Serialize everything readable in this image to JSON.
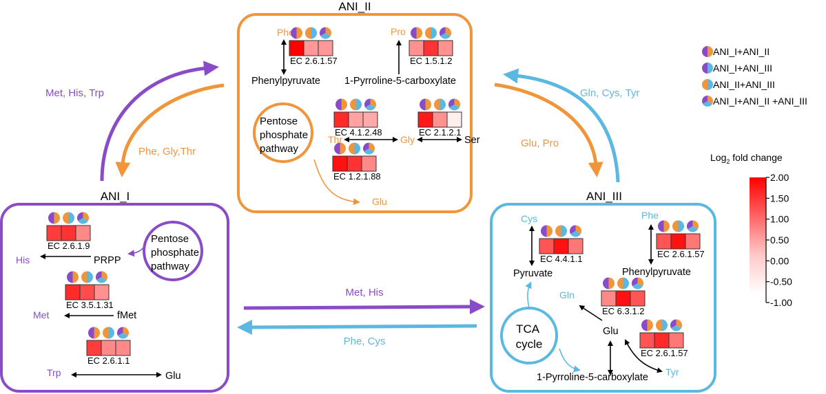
{
  "colors": {
    "ani1": "#8a4bc9",
    "ani2": "#f0953a",
    "ani3": "#5bb8e0",
    "black": "#000000",
    "heat_max": "#ff0000",
    "heat_min": "#ffffff"
  },
  "groups": {
    "ani1": {
      "title": "ANI_I",
      "pathway": [
        "Pentose",
        "phosphate",
        "pathway"
      ],
      "enzymes": [
        {
          "ec": "EC 2.6.1.9",
          "values": [
            1.3,
            1.4,
            0.4
          ]
        },
        {
          "ec": "EC 3.5.1.31",
          "values": [
            1.5,
            1.1,
            0.3
          ]
        },
        {
          "ec": "EC 2.6.1.1",
          "values": [
            1.3,
            0.4,
            0.4
          ]
        }
      ],
      "metabolites": {
        "his": "His",
        "prpp": "PRPP",
        "met": "Met",
        "fmet": "fMet",
        "trp": "Trp",
        "glu": "Glu"
      }
    },
    "ani2": {
      "title": "ANI_II",
      "pathway": [
        "Pentose",
        "phosphate",
        "pathway"
      ],
      "enzymes": [
        {
          "ec": "EC 2.6.1.57",
          "values": [
            2.0,
            0.2,
            0.2
          ]
        },
        {
          "ec": "EC 1.5.1.2",
          "values": [
            0.3,
            1.4,
            0.3
          ]
        },
        {
          "ec": "EC 4.1.2.48",
          "values": [
            1.5,
            0.1,
            0.0
          ]
        },
        {
          "ec": "EC 2.1.2.1",
          "values": [
            1.7,
            0.3,
            -0.8
          ]
        },
        {
          "ec": "EC 1.2.1.88",
          "values": [
            1.8,
            1.4,
            0.4
          ]
        }
      ],
      "metabolites": {
        "phe": "Phe",
        "phenylpyruvate": "Phenylpyruvate",
        "pro": "Pro",
        "p5c": "1-Pyrroline-5-carboxylate",
        "thr": "Thr",
        "gly": "Gly",
        "ser": "Ser",
        "glu": "Glu"
      }
    },
    "ani3": {
      "title": "ANI_III",
      "pathway": [
        "TCA",
        "cycle"
      ],
      "enzymes": [
        {
          "ec": "EC 4.4.1.1",
          "values": [
            1.0,
            1.8,
            0.6
          ]
        },
        {
          "ec": "EC 2.6.1.57",
          "values": [
            1.0,
            1.8,
            0.6
          ]
        },
        {
          "ec": "EC 6.3.1.2",
          "values": [
            0.4,
            1.8,
            1.0
          ]
        },
        {
          "ec": "EC 2.6.1.57",
          "values": [
            1.0,
            1.5,
            0.6
          ]
        }
      ],
      "metabolites": {
        "cys": "Cys",
        "pyruvate": "Pyruvate",
        "phe": "Phe",
        "phenylpyruvate": "Phenylpyruvate",
        "gln": "Gln",
        "glu": "Glu",
        "p5c": "1-Pyrroline-5-carboxylate",
        "tyr": "Tyr"
      }
    }
  },
  "transfers": {
    "ani1_to_ani2": "Met, His, Trp",
    "ani2_to_ani1": "Phe, Gly,Thr",
    "ani2_to_ani3": "Glu, Pro",
    "ani3_to_ani2": "Gln, Cys, Tyr",
    "ani1_to_ani3": "Met, His",
    "ani3_to_ani1": "Phe, Cys"
  },
  "legend": {
    "items": [
      {
        "label": "ANI_I+ANI_II",
        "kind": "ab"
      },
      {
        "label": "ANI_I+ANI_III",
        "kind": "ac"
      },
      {
        "label": "ANI_II+ANI_III",
        "kind": "bc"
      },
      {
        "label": "ANI_I+ANI_II +ANI_III",
        "kind": "abc"
      }
    ]
  },
  "colorbar": {
    "title_main": "Log",
    "title_sub": "2",
    "title_rest": " fold change",
    "ticks": [
      "2.00",
      "1.50",
      "1.00",
      "0.50",
      "0.00",
      "-0.50",
      "-1.00"
    ],
    "range": [
      -1.0,
      2.0
    ]
  }
}
